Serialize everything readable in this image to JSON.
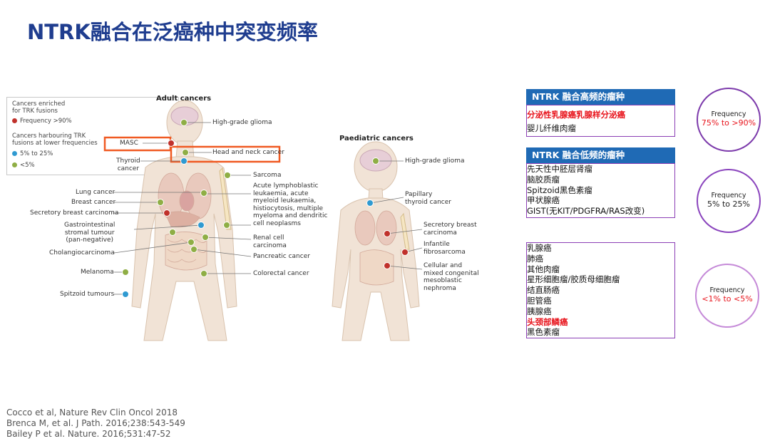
{
  "title": "NTRK融合在泛癌种中突变频率",
  "legend": {
    "enriched": "Cancers enriched\nfor TRK fusions",
    "freq_high": "Frequency >90%",
    "lower": "Cancers harbouring TRK\nfusions at lower frequencies",
    "freq_mid": "5% to 25%",
    "freq_low": "<5%"
  },
  "colors": {
    "red": "#c0312b",
    "blue": "#2f9ad1",
    "green": "#8fae45",
    "title": "#1f3d8f",
    "header_bg": "#1f6ab5",
    "purple": "#8b3fb5",
    "orange": "#f05a22"
  },
  "adult": {
    "heading": "Adult cancers",
    "labels": {
      "hgg": "High-grade glioma",
      "masc": "MASC",
      "head_neck": "Head and neck cancer",
      "thyroid": "Thyroid\ncancer",
      "sarcoma": "Sarcoma",
      "leukaemia": "Acute lymphoblastic\nleukaemia, acute\nmyeloid leukaemia,\nhistiocytosis, multiple\nmyeloma and dendritic\ncell neoplasms",
      "lung": "Lung cancer",
      "breast": "Breast cancer",
      "secretory": "Secretory breast carcinoma",
      "gist": "Gastrointestinal\nstromal tumour\n(pan-negative)",
      "renal": "Renal cell\ncarcinoma",
      "cholangio": "Cholangiocarcinoma",
      "pancreatic": "Pancreatic cancer",
      "melanoma": "Melanoma",
      "colorectal": "Colorectal cancer",
      "spitzoid": "Spitzoid tumours"
    }
  },
  "paediatric": {
    "heading": "Paediatric cancers",
    "labels": {
      "hgg": "High-grade glioma",
      "thyroid": "Papillary\nthyroid cancer",
      "secretory": "Secretory breast\ncarcinoma",
      "fibrosarcoma": "Infantile\nfibrosarcoma",
      "nephroma": "Cellular and\nmixed congenital\nmesoblastic\nnephroma"
    }
  },
  "panel_high": {
    "header": "NTRK 融合高频的瘤种",
    "item1": "分泌性乳腺癌乳腺样分泌癌",
    "item2": "婴儿纤维肉瘤",
    "freq_label": "Frequency",
    "freq_value": "75% to >90%"
  },
  "panel_low": {
    "header": "NTRK 融合低频的瘤种",
    "items": [
      "先天性中胚层肾瘤",
      "脑胶质瘤",
      "Spitzoid黑色素瘤",
      "甲状腺癌",
      "GIST(无KIT/PDGFRA/RAS改变)"
    ],
    "freq_label": "Frequency",
    "freq_value": "5% to 25%"
  },
  "panel_rare": {
    "items": [
      "乳腺癌",
      "肺癌",
      "其他肉瘤",
      "星形细胞瘤/胶质母细胞瘤",
      "结直肠癌",
      "胆管癌",
      "胰腺癌",
      "头颈部鳞癌",
      "黑色素瘤"
    ],
    "freq_label": "Frequency",
    "freq_value": "<1% to <5%"
  },
  "citations": [
    "Cocco et al, Nature Rev Clin Oncol 2018",
    "Brenca M, et al. J Path. 2016;238:543-549",
    "Bailey P et al. Nature. 2016;531:47-52"
  ]
}
